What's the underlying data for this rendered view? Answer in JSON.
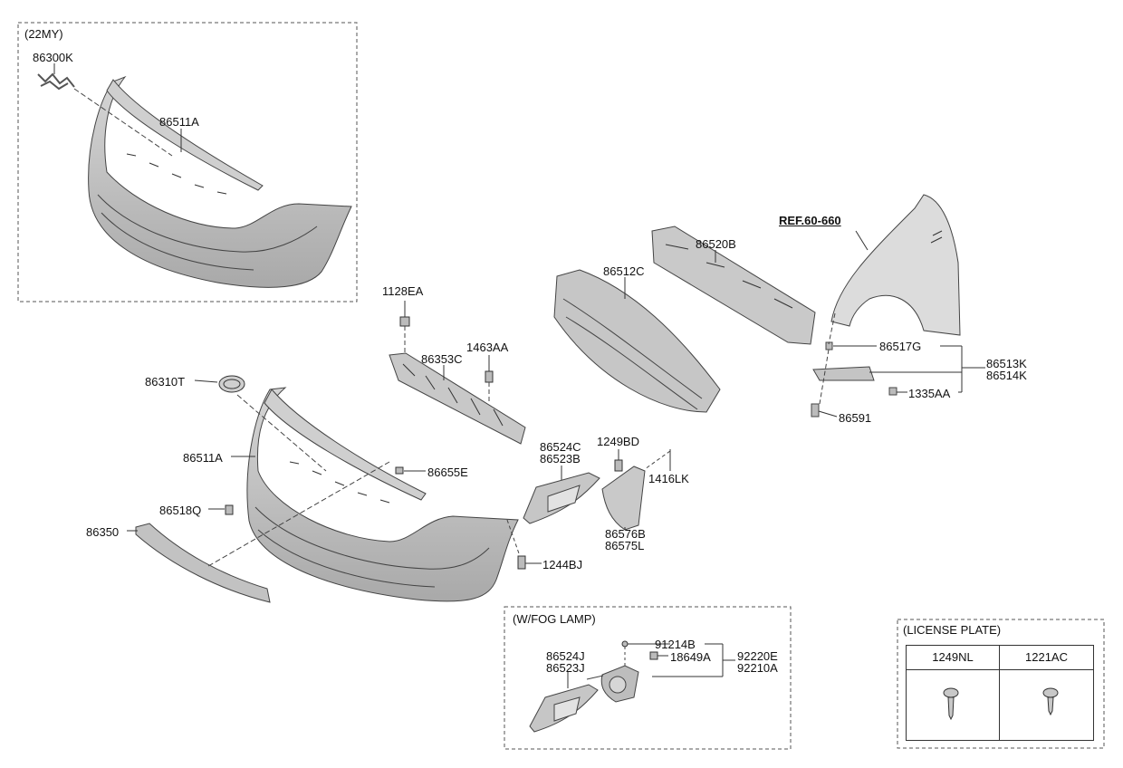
{
  "groups": {
    "my22": "(22MY)",
    "fog": "(W/FOG LAMP)",
    "license": "(LICENSE PLATE)"
  },
  "labels": {
    "p86300K": "86300K",
    "p86511A_top": "86511A",
    "ref": "REF.60-660",
    "p86520B": "86520B",
    "p86512C": "86512C",
    "p1128EA": "1128EA",
    "p1463AA": "1463AA",
    "p86353C": "86353C",
    "p86310T": "86310T",
    "p86511A": "86511A",
    "p86655E": "86655E",
    "p86518Q": "86518Q",
    "p86350": "86350",
    "p86524C": "86524C",
    "p86523B": "86523B",
    "p1249BD": "1249BD",
    "p1416LK": "1416LK",
    "p86576B": "86576B",
    "p86575L": "86575L",
    "p1244BJ": "1244BJ",
    "p86517G": "86517G",
    "p86513K": "86513K",
    "p86514K": "86514K",
    "p1335AA": "1335AA",
    "p86591": "86591",
    "p86524J": "86524J",
    "p86523J": "86523J",
    "p91214B": "91214B",
    "p18649A": "18649A",
    "p92220E": "92220E",
    "p92210A": "92210A"
  },
  "license_table": {
    "col1": "1249NL",
    "col2": "1221AC"
  }
}
